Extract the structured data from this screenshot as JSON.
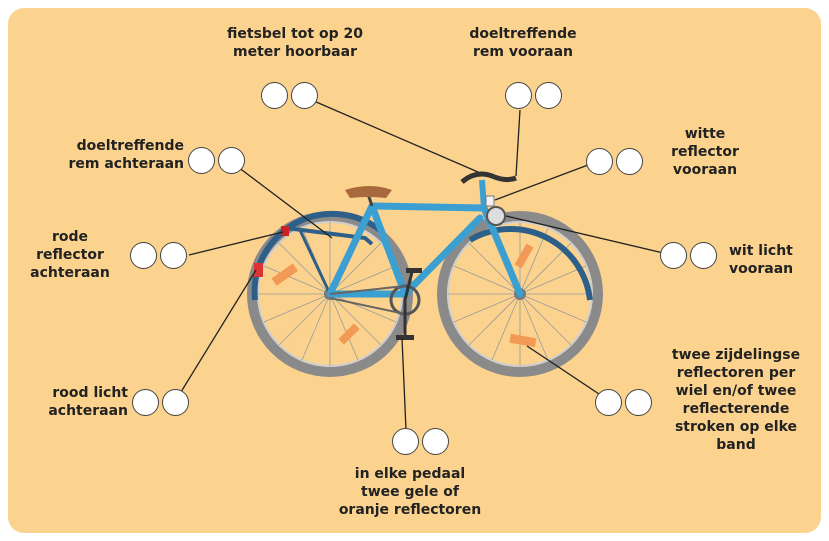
{
  "callouts": [
    {
      "id": "bell",
      "text": "fietsbel tot op 20\nmeter hoorbaar"
    },
    {
      "id": "front-brake",
      "text": "doeltreffende\nrem vooraan"
    },
    {
      "id": "rear-brake",
      "text": "doeltreffende\nrem achteraan"
    },
    {
      "id": "white-reflector",
      "text": "witte\nreflector\nvooraan"
    },
    {
      "id": "red-reflector",
      "text": "rode\nreflector\nachteraan"
    },
    {
      "id": "front-light",
      "text": "wit licht\nvooraan"
    },
    {
      "id": "rear-light",
      "text": "rood licht\nachteraan"
    },
    {
      "id": "side-reflectors",
      "text": "twee zijdelingse\nreflectoren per\nwiel en/of twee\nreflecterende\nstroken op elke\nband"
    },
    {
      "id": "pedal-reflectors",
      "text": "in elke pedaal\ntwee gele of\noranje reflectoren"
    }
  ],
  "colors": {
    "background": "#fbd38e",
    "frame": "#3b9fd1",
    "tire": "#8c8c8c",
    "reflector": "#f29a55",
    "saddle": "#a86a3d",
    "leader": "#222222"
  }
}
